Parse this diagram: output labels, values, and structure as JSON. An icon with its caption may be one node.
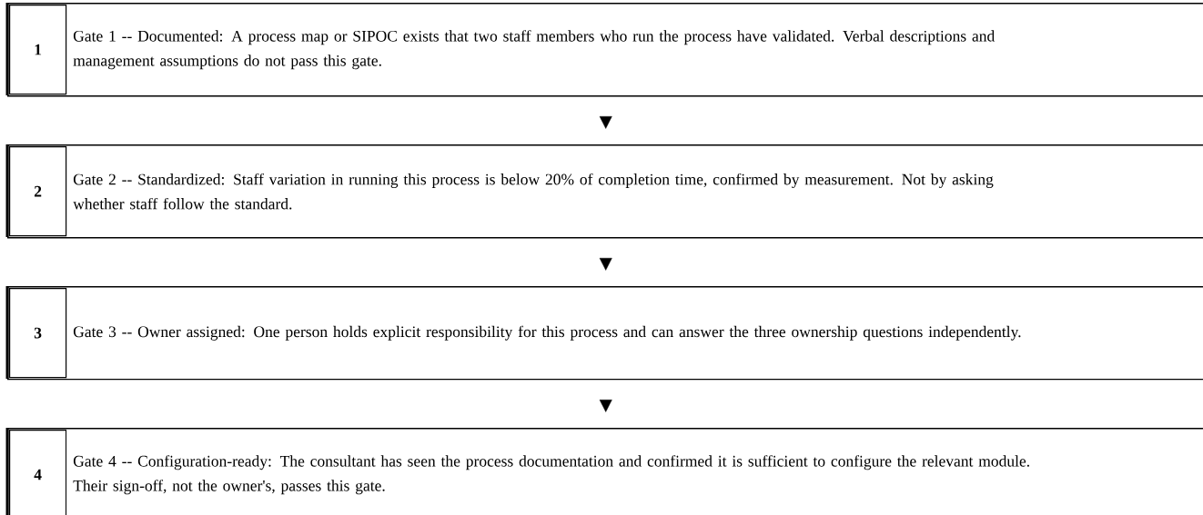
{
  "diagram": {
    "nodes": [
      {
        "text": [
          "Gate 1 -- Documented: A process map or SIPOC exists that two staff members who run the process have validated. Verbal descriptions and management assumptions do not pass this gate."
        ]
      },
      {
        "text": [
          "1"
        ],
        "in": 0
      },
      {
        "text": [
          "Gate 2 -- Standardized: Staff variation in running this process is below 20% of completion time, confirmed by measurement. Not by asking whether staff follow the standard."
        ]
      },
      {
        "text": [
          "2"
        ],
        "in": 2
      },
      {
        "text": [
          "Gate 3 -- Owner assigned: One person holds explicit responsibility for this process and can answer the three ownership questions independently."
        ]
      },
      {
        "text": [
          "3"
        ],
        "in": 4
      },
      {
        "text": [
          "Gate 4 -- Configuration-ready: The consultant has seen the process documentation and confirmed it is sufficient to configure the relevant module. Their sign-off, not the owner's, passes this gate."
        ]
      },
      {
        "text": [
          "4"
        ],
        "in": 6
      }
    ],
    "edges": [
      {
        "from": 0,
        "to": 2,
        "arrow": "to"
      },
      {
        "from": 2,
        "to": 4,
        "arrow": "to"
      },
      {
        "from": 4,
        "to": 6,
        "arrow": "to"
      }
    ]
  }
}
